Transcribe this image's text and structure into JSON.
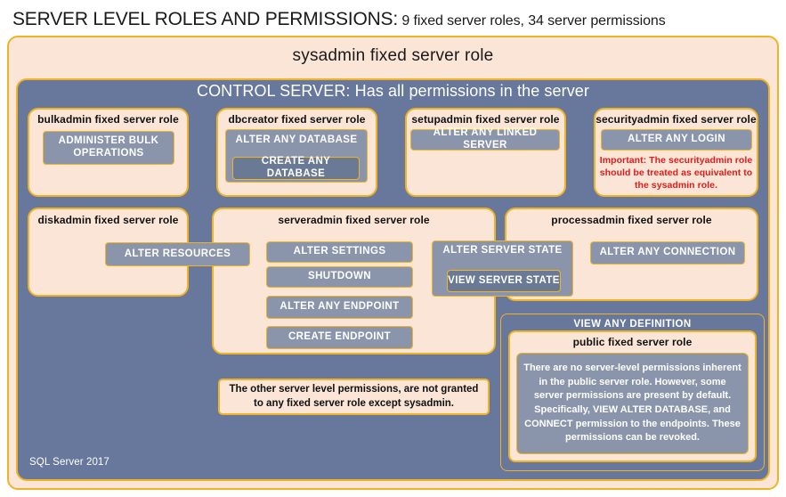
{
  "header": {
    "title": "SERVER LEVEL ROLES AND PERMISSIONS:",
    "subtitle": " 9 fixed server roles, 34 server permissions"
  },
  "diagram": {
    "sysadmin_label": "sysadmin fixed server role",
    "control_server_label": "CONTROL SERVER: Has all permissions in the server",
    "version_label": "SQL Server 2017",
    "other_permissions_note": "The other server level permissions, are not granted to any fixed server role except sysadmin."
  },
  "roles": {
    "bulkadmin": {
      "title": "bulkadmin fixed server role",
      "permissions": [
        "ADMINISTER  BULK OPERATIONS"
      ]
    },
    "dbcreator": {
      "title": "dbcreator fixed server role",
      "permission_outer": "ALTER ANY DATABASE",
      "permission_inner": "CREATE  ANY DATABASE"
    },
    "setupadmin": {
      "title": "setupadmin fixed server role",
      "permissions": [
        "ALTER ANY LINKED SERVER"
      ]
    },
    "securityadmin": {
      "title": "securityadmin fixed server role",
      "permissions": [
        "ALTER ANY LOGIN"
      ],
      "warning": "Important:  The securityadmin role should  be treated as equivalent to the sysadmin role."
    },
    "diskadmin": {
      "title": "diskadmin fixed server role",
      "permissions": [
        "ALTER RESOURCES"
      ]
    },
    "serveradmin": {
      "title": "serveradmin fixed server role",
      "permissions": [
        "ALTER SETTINGS",
        "SHUTDOWN",
        "ALTER ANY ENDPOINT",
        "CREATE  ENDPOINT"
      ],
      "permission_outer": "ALTER SERVER STATE",
      "permission_inner": "VIEW SERVER STATE"
    },
    "processadmin": {
      "title": "processadmin fixed server role",
      "permissions": [
        "ALTER ANY CONNECTION"
      ]
    },
    "public": {
      "view_any_definition": "VIEW ANY DEFINITION",
      "title": "public  fixed server role",
      "description": "There are no server-level permissions inherent in the public server role. However, some server permissions are present by default. Specifically, VIEW ALTER DATABASE, and CONNECT permission to the endpoints. These permissions can be revoked."
    }
  },
  "colors": {
    "peach": "#fae5d6",
    "gold": "#f0b323",
    "slate": "#67789c",
    "chip": "#8a95ab",
    "chip_dark": "#6a7a94",
    "warning_red": "#e11b1b"
  }
}
